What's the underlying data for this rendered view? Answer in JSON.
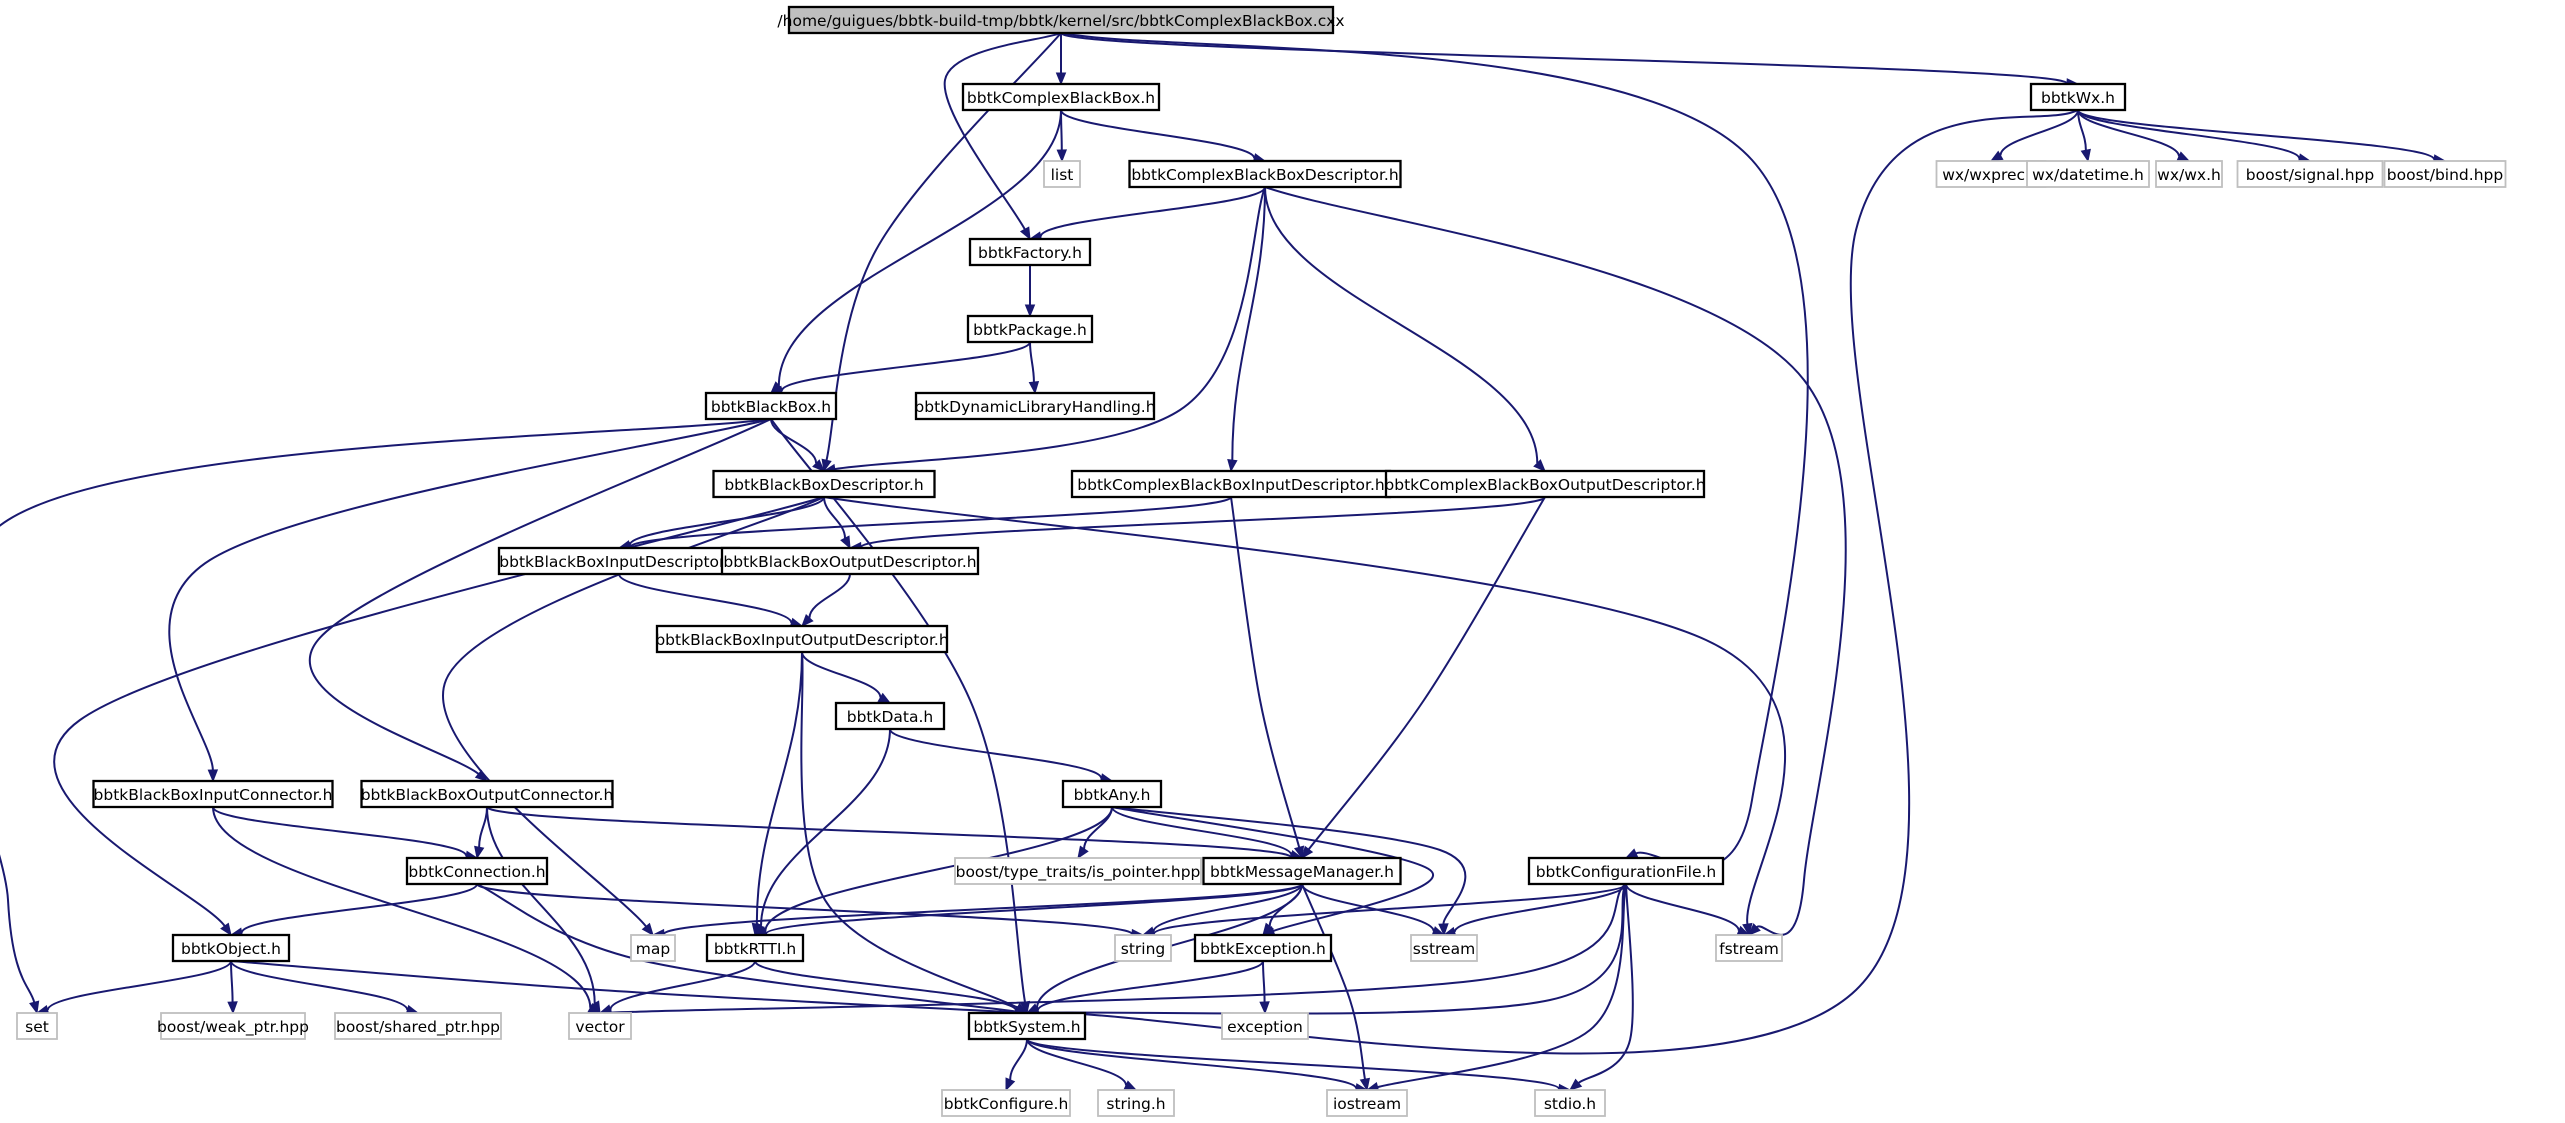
{
  "graph": {
    "root": "n0",
    "nodes": [
      {
        "id": "n0",
        "label": "/home/guigues/bbtk-build-tmp/bbtk/kernel/src/bbtkComplexBlackBox.cxx",
        "kind": "root"
      },
      {
        "id": "n1",
        "label": "bbtkComplexBlackBox.h",
        "kind": "header"
      },
      {
        "id": "n2",
        "label": "bbtkWx.h",
        "kind": "header"
      },
      {
        "id": "n3",
        "label": "list",
        "kind": "external"
      },
      {
        "id": "n4",
        "label": "bbtkComplexBlackBoxDescriptor.h",
        "kind": "header"
      },
      {
        "id": "n5",
        "label": "wx/wxprec.h",
        "kind": "external"
      },
      {
        "id": "n6",
        "label": "wx/datetime.h",
        "kind": "external"
      },
      {
        "id": "n7",
        "label": "wx/wx.h",
        "kind": "external"
      },
      {
        "id": "n8",
        "label": "boost/signal.hpp",
        "kind": "external"
      },
      {
        "id": "n9",
        "label": "boost/bind.hpp",
        "kind": "external"
      },
      {
        "id": "n10",
        "label": "bbtkFactory.h",
        "kind": "header"
      },
      {
        "id": "n11",
        "label": "bbtkPackage.h",
        "kind": "header"
      },
      {
        "id": "n12",
        "label": "bbtkBlackBox.h",
        "kind": "header"
      },
      {
        "id": "n13",
        "label": "bbtkDynamicLibraryHandling.h",
        "kind": "header"
      },
      {
        "id": "n14",
        "label": "bbtkBlackBoxDescriptor.h",
        "kind": "header"
      },
      {
        "id": "n15",
        "label": "bbtkComplexBlackBoxInputDescriptor.h",
        "kind": "header"
      },
      {
        "id": "n16",
        "label": "bbtkComplexBlackBoxOutputDescriptor.h",
        "kind": "header"
      },
      {
        "id": "n17",
        "label": "bbtkBlackBoxInputDescriptor.h",
        "kind": "header"
      },
      {
        "id": "n18",
        "label": "bbtkBlackBoxOutputDescriptor.h",
        "kind": "header"
      },
      {
        "id": "n19",
        "label": "bbtkBlackBoxInputOutputDescriptor.h",
        "kind": "header"
      },
      {
        "id": "n20",
        "label": "bbtkData.h",
        "kind": "header"
      },
      {
        "id": "n21",
        "label": "bbtkAny.h",
        "kind": "header"
      },
      {
        "id": "n22",
        "label": "bbtkBlackBoxInputConnector.h",
        "kind": "header"
      },
      {
        "id": "n23",
        "label": "bbtkBlackBoxOutputConnector.h",
        "kind": "header"
      },
      {
        "id": "n24",
        "label": "boost/type_traits/is_pointer.hpp",
        "kind": "external"
      },
      {
        "id": "n25",
        "label": "bbtkConnection.h",
        "kind": "header"
      },
      {
        "id": "n26",
        "label": "bbtkMessageManager.h",
        "kind": "header"
      },
      {
        "id": "n27",
        "label": "bbtkConfigurationFile.h",
        "kind": "header"
      },
      {
        "id": "n28",
        "label": "bbtkObject.h",
        "kind": "header"
      },
      {
        "id": "n29",
        "label": "map",
        "kind": "external"
      },
      {
        "id": "n30",
        "label": "bbtkRTTI.h",
        "kind": "header"
      },
      {
        "id": "n31",
        "label": "string",
        "kind": "external"
      },
      {
        "id": "n32",
        "label": "bbtkException.h",
        "kind": "header"
      },
      {
        "id": "n33",
        "label": "sstream",
        "kind": "external"
      },
      {
        "id": "n34",
        "label": "fstream",
        "kind": "external"
      },
      {
        "id": "n35",
        "label": "set",
        "kind": "external"
      },
      {
        "id": "n36",
        "label": "boost/weak_ptr.hpp",
        "kind": "external"
      },
      {
        "id": "n37",
        "label": "boost/shared_ptr.hpp",
        "kind": "external"
      },
      {
        "id": "n38",
        "label": "vector",
        "kind": "external"
      },
      {
        "id": "n39",
        "label": "bbtkSystem.h",
        "kind": "header"
      },
      {
        "id": "n40",
        "label": "exception",
        "kind": "external"
      },
      {
        "id": "n41",
        "label": "bbtkConfigure.h",
        "kind": "external"
      },
      {
        "id": "n42",
        "label": "string.h",
        "kind": "external"
      },
      {
        "id": "n43",
        "label": "iostream",
        "kind": "external"
      },
      {
        "id": "n44",
        "label": "stdio.h",
        "kind": "external"
      }
    ],
    "edges": [
      [
        "n0",
        "n1"
      ],
      [
        "n0",
        "n2"
      ],
      [
        "n0",
        "n10"
      ],
      [
        "n0",
        "n14"
      ],
      [
        "n0",
        "n27"
      ],
      [
        "n1",
        "n3"
      ],
      [
        "n1",
        "n4"
      ],
      [
        "n1",
        "n12"
      ],
      [
        "n2",
        "n5"
      ],
      [
        "n2",
        "n6"
      ],
      [
        "n2",
        "n7"
      ],
      [
        "n2",
        "n8"
      ],
      [
        "n2",
        "n9"
      ],
      [
        "n2",
        "n39"
      ],
      [
        "n4",
        "n10"
      ],
      [
        "n4",
        "n14"
      ],
      [
        "n4",
        "n15"
      ],
      [
        "n4",
        "n16"
      ],
      [
        "n4",
        "n34"
      ],
      [
        "n10",
        "n11"
      ],
      [
        "n11",
        "n12"
      ],
      [
        "n11",
        "n13"
      ],
      [
        "n12",
        "n14"
      ],
      [
        "n12",
        "n22"
      ],
      [
        "n12",
        "n23"
      ],
      [
        "n12",
        "n35"
      ],
      [
        "n12",
        "n39"
      ],
      [
        "n14",
        "n17"
      ],
      [
        "n14",
        "n18"
      ],
      [
        "n14",
        "n28"
      ],
      [
        "n14",
        "n29"
      ],
      [
        "n14",
        "n34"
      ],
      [
        "n15",
        "n17"
      ],
      [
        "n15",
        "n26"
      ],
      [
        "n16",
        "n18"
      ],
      [
        "n16",
        "n26"
      ],
      [
        "n17",
        "n19"
      ],
      [
        "n18",
        "n19"
      ],
      [
        "n19",
        "n20"
      ],
      [
        "n19",
        "n30"
      ],
      [
        "n19",
        "n39"
      ],
      [
        "n20",
        "n21"
      ],
      [
        "n20",
        "n30"
      ],
      [
        "n21",
        "n24"
      ],
      [
        "n21",
        "n26"
      ],
      [
        "n21",
        "n30"
      ],
      [
        "n21",
        "n32"
      ],
      [
        "n21",
        "n33"
      ],
      [
        "n22",
        "n25"
      ],
      [
        "n22",
        "n38"
      ],
      [
        "n23",
        "n25"
      ],
      [
        "n23",
        "n26"
      ],
      [
        "n23",
        "n38"
      ],
      [
        "n25",
        "n28"
      ],
      [
        "n25",
        "n31"
      ],
      [
        "n25",
        "n39"
      ],
      [
        "n26",
        "n29"
      ],
      [
        "n26",
        "n30"
      ],
      [
        "n26",
        "n31"
      ],
      [
        "n26",
        "n32"
      ],
      [
        "n26",
        "n33"
      ],
      [
        "n26",
        "n39"
      ],
      [
        "n26",
        "n43"
      ],
      [
        "n27",
        "n31"
      ],
      [
        "n27",
        "n33"
      ],
      [
        "n27",
        "n34"
      ],
      [
        "n27",
        "n38"
      ],
      [
        "n27",
        "n39"
      ],
      [
        "n27",
        "n43"
      ],
      [
        "n27",
        "n44"
      ],
      [
        "n28",
        "n35"
      ],
      [
        "n28",
        "n36"
      ],
      [
        "n28",
        "n37"
      ],
      [
        "n28",
        "n39"
      ],
      [
        "n30",
        "n38"
      ],
      [
        "n30",
        "n39"
      ],
      [
        "n32",
        "n39"
      ],
      [
        "n32",
        "n40"
      ],
      [
        "n39",
        "n41"
      ],
      [
        "n39",
        "n42"
      ],
      [
        "n39",
        "n43"
      ],
      [
        "n39",
        "n44"
      ]
    ]
  }
}
